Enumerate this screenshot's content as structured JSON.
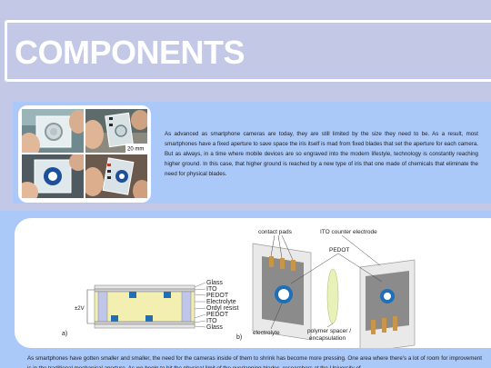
{
  "title": "COMPONENTS",
  "intro_paragraph": "As advanced as smartphone cameras are today, they are still limited by the size they need to be. As a result, most smartphones have a fixed aperture to save space the iris itself is mad from fixed blades that set the aperture for each camera. But as always, in a time where mobile devices are so engraved into the modern lifestyle, technology is constantly reaching higher ground. In this case, that higher ground is reached by a new type of iris that one made of chemicals that eliminate the need for physical blades.",
  "photos": {
    "scale_label": "20 mm"
  },
  "diagram_a": {
    "panel_label": "a)",
    "voltage_label": "±2V",
    "layers": [
      "Glass",
      "ITO",
      "PEDOT",
      "Electrolyte",
      "Ordyl resist",
      "PEDOT",
      "ITO",
      "Glass"
    ]
  },
  "diagram_b": {
    "panel_label": "b)",
    "contact_pads": "contact pads",
    "counter_electrode": "ITO counter electrode",
    "pedot": "PEDOT",
    "electrolyte": "electrolyte",
    "spacer_line1": "polymer spacer /",
    "spacer_line2": "encapsulation"
  },
  "body_paragraph": "As smartphones have gotten smaller and smaller, the need for the cameras inside of them to shrink has become more pressing. One area where there's a lot of room for improvement is in the traditional mechanical aperture. As we begin to hit the physical limit of the overlapping blades, researchers at the University of",
  "colors": {
    "background": "#c3c8e6",
    "panel": "#aac8f8",
    "title": "#ffffff",
    "pedot_blue": "#1f6fb8",
    "electrolyte_yellow": "#f3efb0",
    "contact_orange": "#c8964a"
  }
}
